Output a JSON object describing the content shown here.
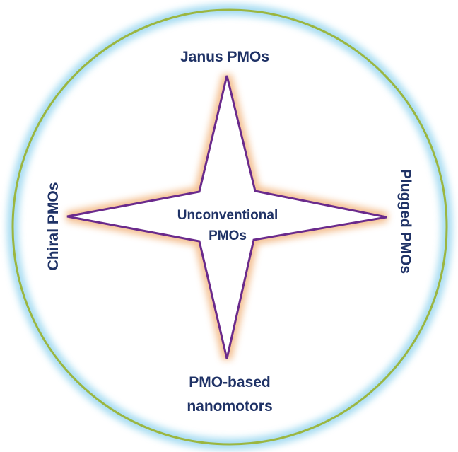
{
  "center": {
    "line1": "Unconventional",
    "line2": "PMOs"
  },
  "labels": {
    "top": "Janus PMOs",
    "left": "Chiral PMOs",
    "right": "Plugged PMOs",
    "bottom_line1": "PMO-based",
    "bottom_line2": "nanomotors"
  },
  "colors": {
    "circle_ring": "#9bb640",
    "circle_glow": "#8fd3ee",
    "star_outline": "#6a2a8c",
    "star_glow": "#f2b27a",
    "text": "#1f3266"
  }
}
